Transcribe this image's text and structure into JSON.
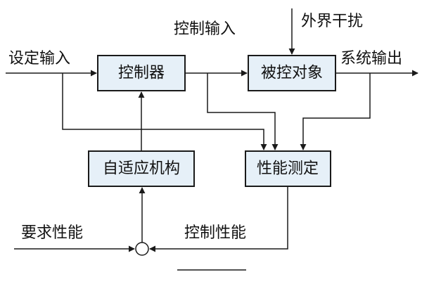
{
  "diagram": {
    "blocks": {
      "controller": "控制器",
      "plant": "被控对象",
      "adaptive_mechanism": "自适应机构",
      "performance_measurement": "性能测定"
    },
    "labels": {
      "setpoint_input": "设定输入",
      "control_input": "控制输入",
      "external_disturbance": "外界干扰",
      "system_output": "系统输出",
      "required_performance": "要求性能",
      "control_performance": "控制性能"
    },
    "colors": {
      "block_fill": "#e6f0f8",
      "line": "#1a1a1a"
    }
  }
}
